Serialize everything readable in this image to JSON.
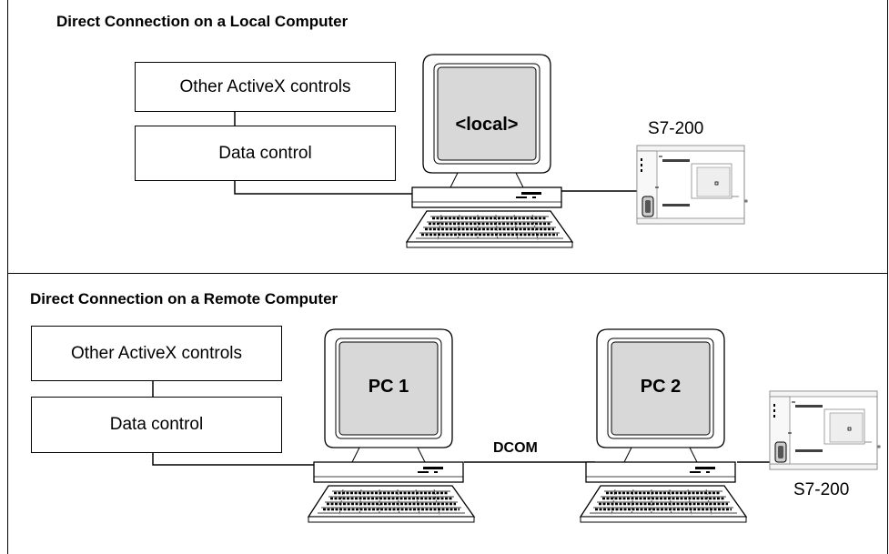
{
  "top_panel": {
    "title": "Direct Connection on a Local Computer",
    "box_upper": "Other ActiveX controls",
    "box_lower": "Data control",
    "computer_screen": "<local>",
    "plc_label": "S7-200"
  },
  "bottom_panel": {
    "title": "Direct Connection on a Remote Computer",
    "box_upper": "Other ActiveX controls",
    "box_lower": "Data control",
    "pc1_screen": "PC 1",
    "pc2_screen": "PC 2",
    "link_label": "DCOM",
    "plc_label": "S7-200"
  }
}
